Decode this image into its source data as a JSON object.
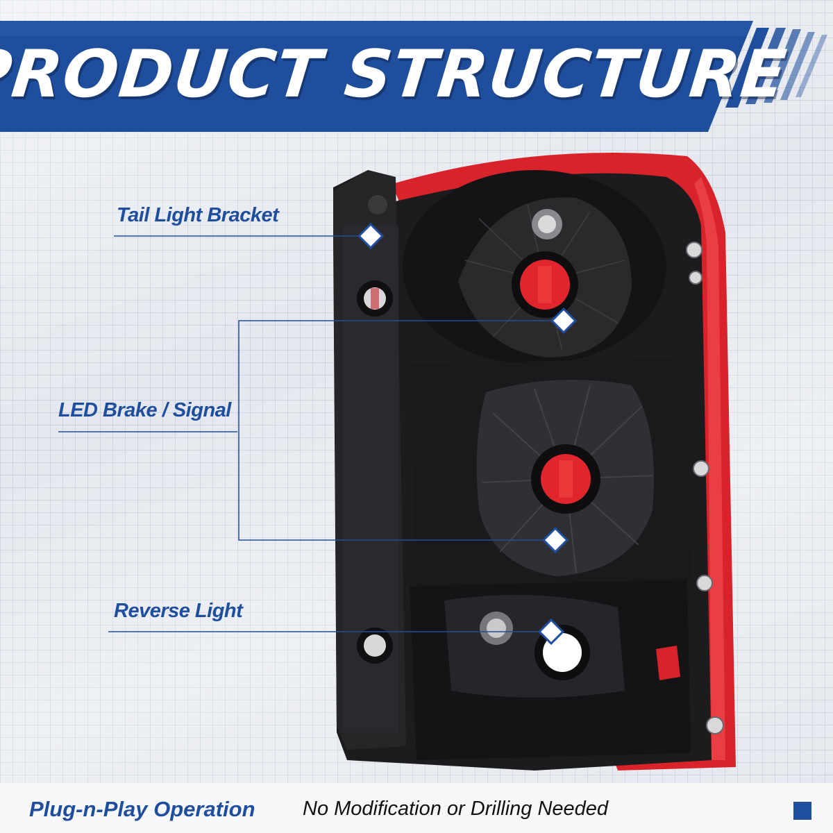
{
  "banner": {
    "title": "PRODUCT STRUCTURE",
    "color": "#1f4e9c"
  },
  "labels": {
    "bracket": "Tail Light Bracket",
    "brake_signal": "LED Brake / Signal",
    "reverse": "Reverse Light"
  },
  "footer": {
    "lead": "Plug-n-Play Operation",
    "text": "No Modification or Drilling Needed"
  },
  "colors": {
    "accent": "#1f4e9c",
    "lens_red": "#e0262c",
    "housing": "#1c1c1e"
  },
  "icons": {
    "marker": "diamond-marker-icon",
    "footer_square": "square-icon"
  }
}
